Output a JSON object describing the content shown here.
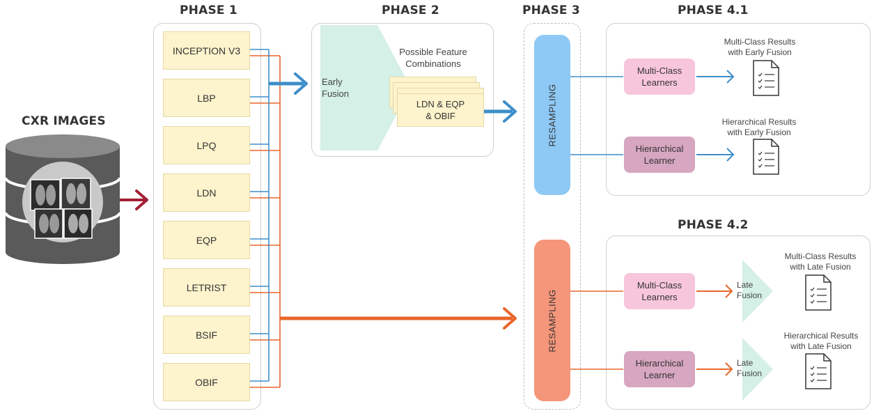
{
  "source": {
    "title": "CXR IMAGES"
  },
  "phases": {
    "p1": "PHASE 1",
    "p2": "PHASE 2",
    "p3": "PHASE 3",
    "p41": "PHASE 4.1",
    "p42": "PHASE 4.2"
  },
  "features": [
    "INCEPTION V3",
    "LBP",
    "LPQ",
    "LDN",
    "EQP",
    "LETRIST",
    "BSIF",
    "OBIF"
  ],
  "phase2": {
    "fusion_line1": "Early",
    "fusion_line2": "Fusion",
    "combos_line1": "Possible Feature",
    "combos_line2": "Combinations",
    "combo_line1": "LDN & EQP",
    "combo_line2": "& OBIF"
  },
  "phase3": {
    "resampling_top": "RESAMPLING",
    "resampling_bottom": "RESAMPLING"
  },
  "phase41": {
    "multi_line1": "Multi-Class",
    "multi_line2": "Learners",
    "hier_line1": "Hierarchical",
    "hier_line2": "Learner",
    "res_multi_line1": "Multi-Class Results",
    "res_multi_line2": "with Early Fusion",
    "res_hier_line1": "Hierarchical Results",
    "res_hier_line2": "with Early Fusion"
  },
  "phase42": {
    "multi_line1": "Multi-Class",
    "multi_line2": "Learners",
    "hier_line1": "Hierarchical",
    "hier_line2": "Learner",
    "late_line1": "Late",
    "late_line2": "Fusion",
    "res_multi_line1": "Multi-Class Results",
    "res_multi_line2": "with Late Fusion",
    "res_hier_line1": "Hierarchical Results",
    "res_hier_line2": "with Late Fusion"
  },
  "colors": {
    "early": "#3d8ec9",
    "late": "#e8662a",
    "input_arrow": "#a31f34",
    "feature_fill": "#fdf3cc",
    "resample_top": "#8ec9f5",
    "resample_bottom": "#f5957a",
    "multi_learner": "#f8c6dc",
    "hier_learner": "#d7a6c0",
    "fusion_shape": "#d5f0e6"
  },
  "icons": [
    "database-icon",
    "xray-images-icon",
    "document-checklist-icon"
  ]
}
